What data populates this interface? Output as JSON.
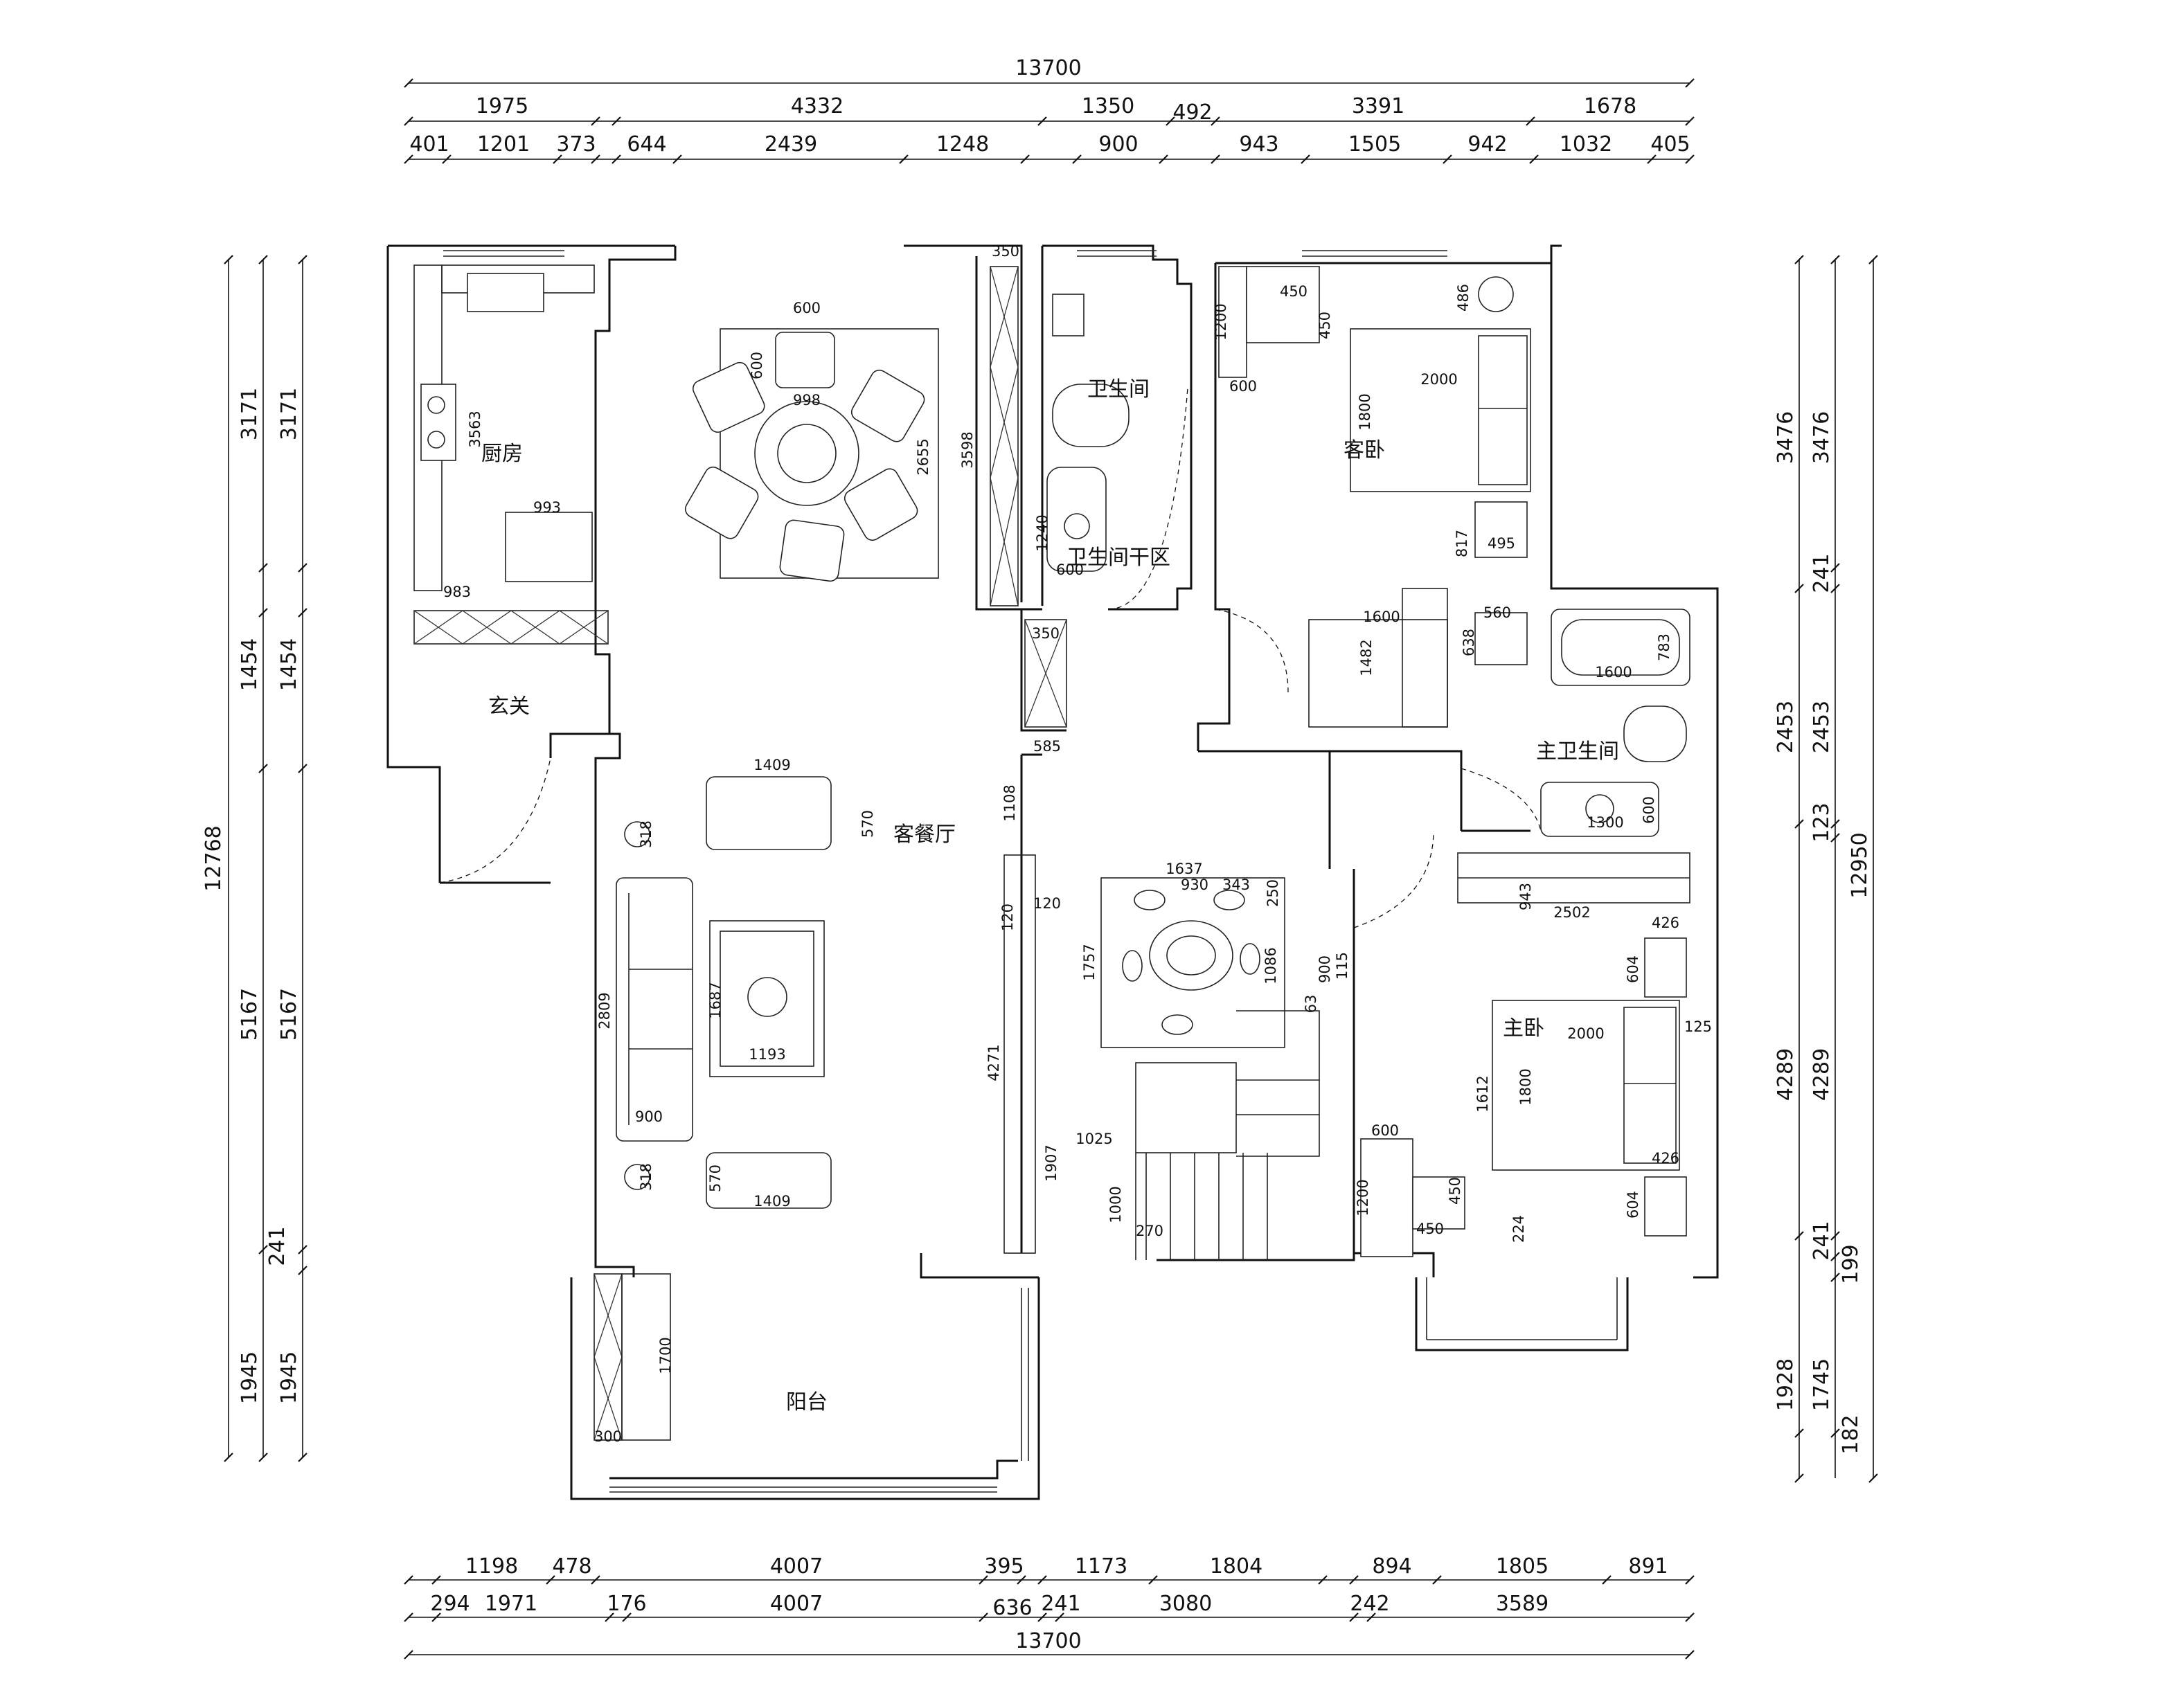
{
  "rooms": {
    "kitchen": "厨房",
    "entry": "玄关",
    "living_dining": "客餐厅",
    "balcony": "阳台",
    "toilet": "卫生间",
    "toilet_dry": "卫生间干区",
    "guest_bedroom": "客卧",
    "master_bath": "主卫生间",
    "master_bedroom": "主卧"
  },
  "dimensions": {
    "top": {
      "overall": "13700",
      "row2": [
        "1975",
        "4332",
        "1350",
        "492",
        "3391",
        "1678"
      ],
      "row3": [
        "401",
        "1201",
        "373",
        "644",
        "2439",
        "1248",
        "900",
        "943",
        "1505",
        "942",
        "1032",
        "405"
      ]
    },
    "bottom": {
      "row1": [
        "1198",
        "478",
        "4007",
        "395",
        "1173",
        "1804",
        "894",
        "1805",
        "891"
      ],
      "row2": [
        "294",
        "1971",
        "176",
        "4007",
        "636",
        "241",
        "3080",
        "242",
        "3589"
      ],
      "overall": "13700"
    },
    "left": {
      "overall": "12768",
      "outer": [
        "3171",
        "1454",
        "5167",
        "1945"
      ],
      "inner": [
        "3171",
        "1454",
        "5167",
        "241",
        "1945"
      ]
    },
    "right": {
      "overall": "12950",
      "outer": [
        "3476",
        "2453",
        "4289",
        "1928",
        "182"
      ],
      "inner": [
        "3476",
        "241",
        "2453",
        "123",
        "4289",
        "241",
        "199",
        "1745"
      ]
    }
  },
  "annotations": {
    "kitchen": [
      "3563",
      "993",
      "983"
    ],
    "dining": [
      "600",
      "600",
      "998",
      "2655",
      "3598"
    ],
    "toilet": [
      "350",
      "350",
      "1240",
      "600",
      "585",
      "1108"
    ],
    "guest_bedroom": [
      "450",
      "450",
      "1200",
      "600",
      "486",
      "2000",
      "1800",
      "817",
      "495",
      "1600",
      "560",
      "638",
      "1482"
    ],
    "master_bath": [
      "783",
      "1600",
      "1300",
      "600"
    ],
    "master_bedroom": [
      "943",
      "2502",
      "426",
      "604",
      "2000",
      "125",
      "1612",
      "1800",
      "426",
      "604",
      "224",
      "600",
      "1200",
      "450",
      "450",
      "63",
      "900",
      "115"
    ],
    "living": [
      "1409",
      "570",
      "2809",
      "1687",
      "1193",
      "900",
      "570",
      "1409",
      "318",
      "318"
    ],
    "hall": [
      "1637",
      "930",
      "343",
      "250",
      "1757",
      "1086",
      "120",
      "120",
      "4271",
      "1025",
      "1907",
      "1000",
      "270"
    ],
    "balcony": [
      "1700",
      "300"
    ]
  }
}
